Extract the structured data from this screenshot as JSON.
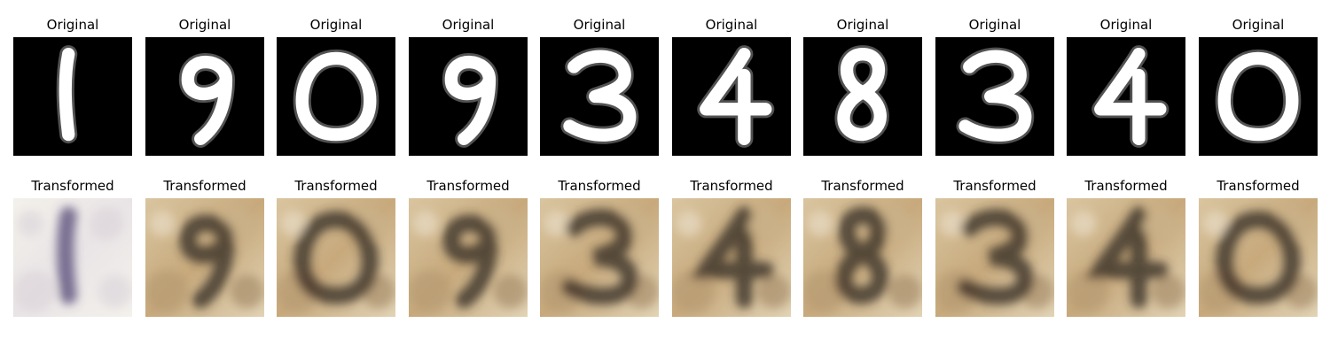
{
  "figure": {
    "top_title": "Original",
    "bottom_title": "Transformed",
    "panels": [
      {
        "digit": "1"
      },
      {
        "digit": "9"
      },
      {
        "digit": "0"
      },
      {
        "digit": "9"
      },
      {
        "digit": "3"
      },
      {
        "digit": "4"
      },
      {
        "digit": "8"
      },
      {
        "digit": "3"
      },
      {
        "digit": "4"
      },
      {
        "digit": "0"
      }
    ]
  },
  "colors": {
    "original_background": "#000000",
    "original_stroke": "#ffffff",
    "transformed_light": "#efe6d3",
    "transformed_dark": "#3a2e26"
  }
}
